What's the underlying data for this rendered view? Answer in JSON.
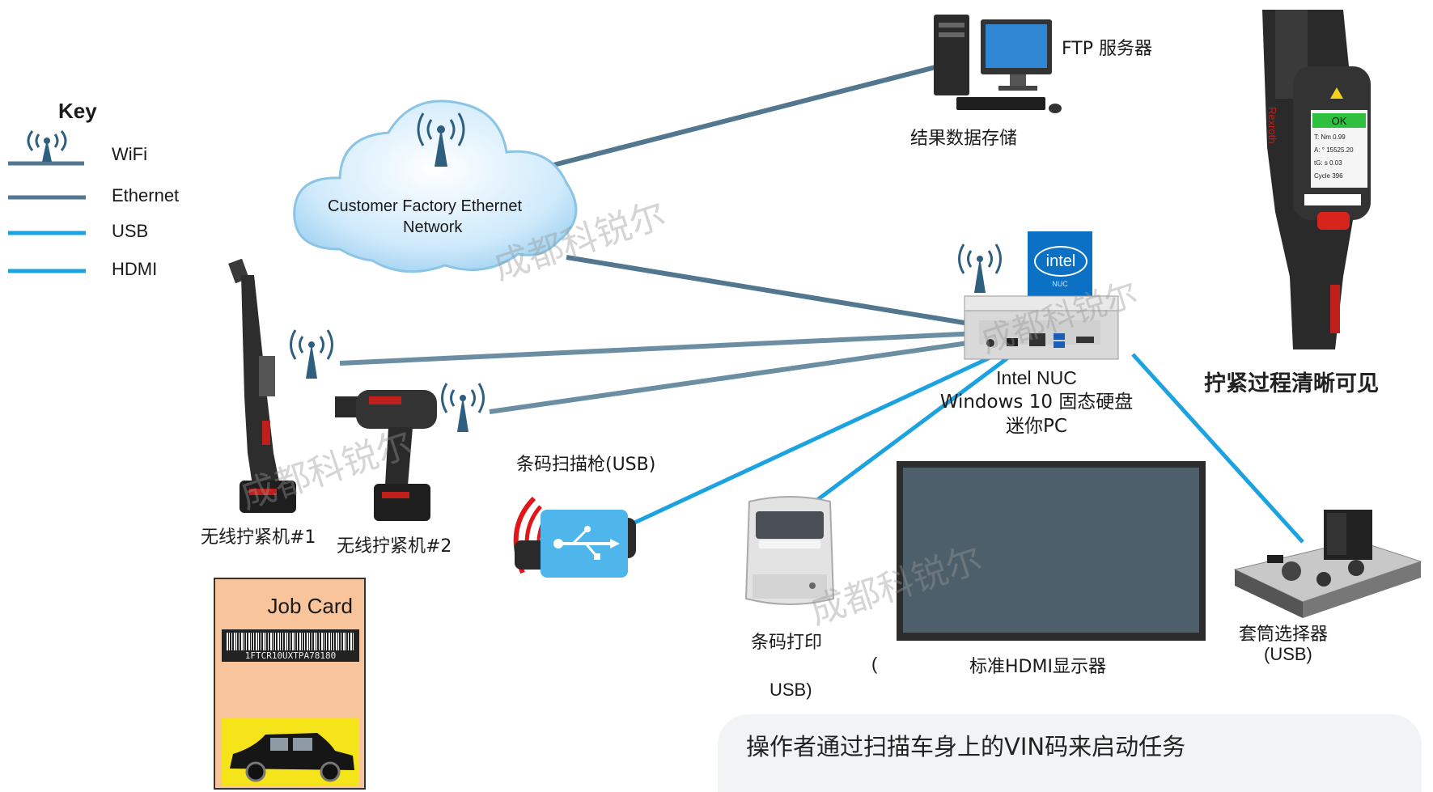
{
  "legend": {
    "title": "Key",
    "items": [
      {
        "label": "WiFi",
        "color": "#52778f"
      },
      {
        "label": "Ethernet",
        "color": "#52778f"
      },
      {
        "label": "USB",
        "color": "#1aa3e0"
      },
      {
        "label": "HDMI",
        "color": "#1aa3e0"
      }
    ]
  },
  "cloud": {
    "line1": "Customer Factory Ethernet",
    "line2": "Network"
  },
  "ftp": {
    "title": "FTP 服务器",
    "subtitle": "结果数据存储"
  },
  "nuc": {
    "line1": "Intel NUC",
    "line2": "Windows 10 固态硬盘",
    "line3": "迷你PC",
    "badge": "intel",
    "badge_sub": "NUC"
  },
  "tool_caption": "拧紧过程清晰可见",
  "tool_screen": {
    "status": "OK",
    "rows": [
      "T: Nm 0.99",
      "A: ° 15525.20",
      "tG: s 0.03",
      "Cycle 396"
    ],
    "brand": "Rexroth"
  },
  "wrench1": "无线拧紧机#1",
  "wrench2": "无线拧紧机#2",
  "scanner": "条码扫描枪(USB)",
  "printer": {
    "line1": "条码打印",
    "line2": "(",
    "line3": "USB)"
  },
  "monitor": "标准HDMI显示器",
  "selector": {
    "line1": "套筒选择器",
    "line2": "(USB)"
  },
  "jobcard": {
    "title": "Job Card",
    "barcode": "1FTCR10UXTPA78180"
  },
  "banner": "操作者通过扫描车身上的VIN码来启动任务",
  "watermark": "成都科锐尔",
  "colors": {
    "ethernet": "#52778f",
    "usb": "#1aa3e0",
    "wifi": "#2f5f7f",
    "cloud": "#bfe3f7"
  }
}
